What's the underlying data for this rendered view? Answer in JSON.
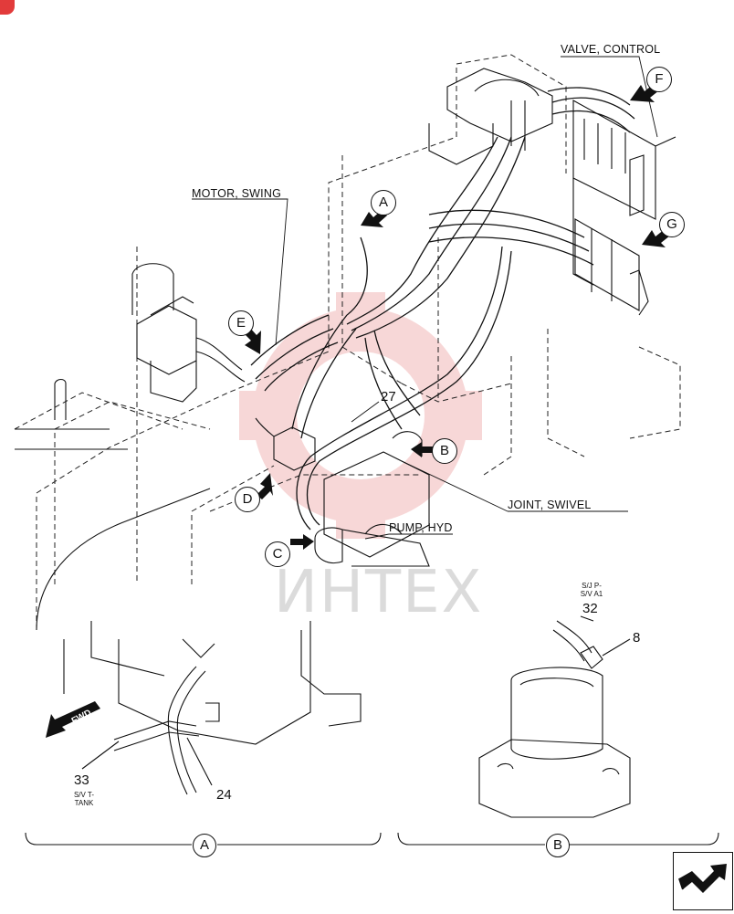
{
  "labels": {
    "valve_control": "VALVE, CONTROL",
    "motor_swing": "MOTOR, SWING",
    "joint_swivel": "JOINT, SWIVEL",
    "pump_hyd": "PUMP, HYD"
  },
  "callouts": {
    "a": "A",
    "b": "B",
    "c": "C",
    "d": "D",
    "e": "E",
    "f": "F",
    "g": "G"
  },
  "part_numbers": {
    "p27": "27",
    "p32": "32",
    "p8": "8",
    "p33": "33",
    "p24": "24"
  },
  "notes": {
    "sj_line1": "S/J P-",
    "sj_line2": "S/V A1",
    "sv_line1": "S/V T-",
    "sv_line2": "TANK"
  },
  "arrow_label": "FWD",
  "sections": {
    "a": "A",
    "b": "B"
  },
  "watermark": "ИНТЕХ",
  "colors": {
    "line": "#111111",
    "watermark": "#e8a0a0",
    "accent": "#e23b3b"
  }
}
